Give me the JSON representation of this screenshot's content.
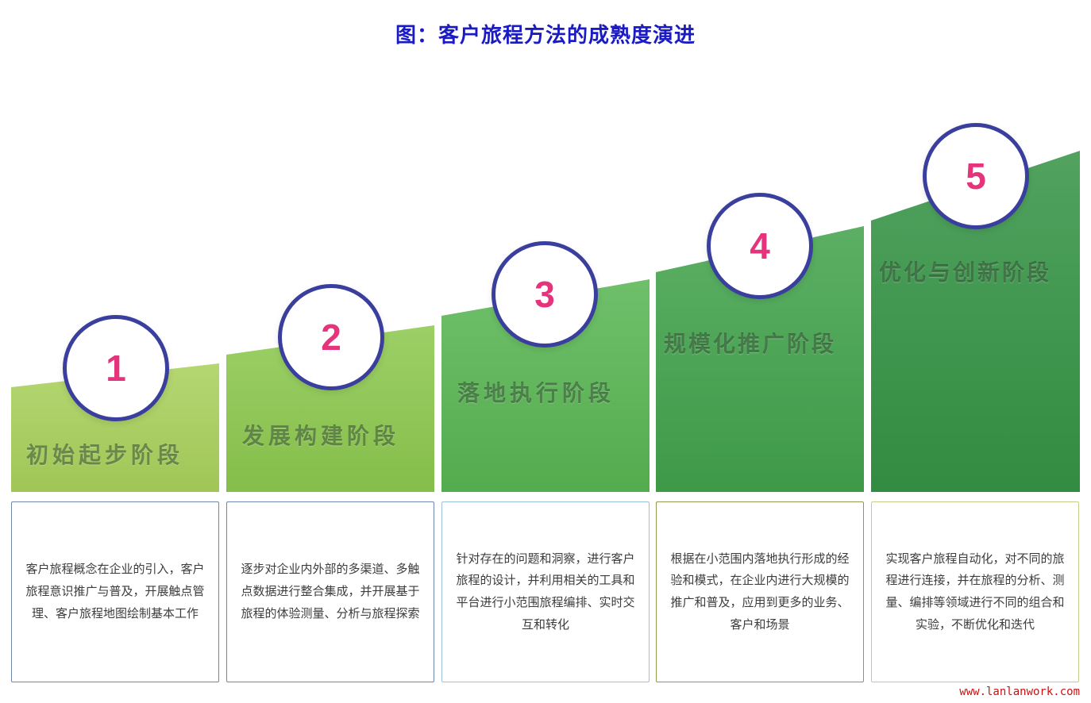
{
  "page": {
    "title": "图：客户旅程方法的成熟度演进",
    "watermark": "www.lanlanwork.com",
    "title_color": "#1b1bc4",
    "circle_border_color": "#3a3f9e",
    "number_color": "#e5337c"
  },
  "stages": [
    {
      "number": "1",
      "title": "初始起步阶段",
      "description": "客户旅程概念在企业的引入，客户旅程意识推广与普及，开展触点管理、客户旅程地图绘制基本工作",
      "block_color": "#a9d05b",
      "box_border_color": "#7286a8"
    },
    {
      "number": "2",
      "title": "发展构建阶段",
      "description": "逐步对企业内外部的多渠道、多触点数据进行整合集成，并开展基于旅程的体验测量、分析与旅程探索",
      "block_color": "#8cc84e",
      "box_border_color": "#6e86b4"
    },
    {
      "number": "3",
      "title": "落地执行阶段",
      "description": "针对存在的问题和洞察，进行客户旅程的设计，并利用相关的工具和平台进行小范围旅程编排、实时交互和转化",
      "block_color": "#58b552",
      "box_border_color": "#9dc3dc"
    },
    {
      "number": "4",
      "title": "规模化推广阶段",
      "description": "根据在小范围内落地执行形成的经验和模式，在企业内进行大规模的推广和普及，应用到更多的业务、客户和场景",
      "block_color": "#41a24b",
      "box_border_color": "#8f9a4a"
    },
    {
      "number": "5",
      "title": "优化与创新阶段",
      "description": "实现客户旅程自动化，对不同的旅程进行连接，并在旅程的分析、测量、编排等领域进行不同的组合和实验，不断优化和迭代",
      "block_color": "#349344",
      "box_border_color": "#c2cf8a"
    }
  ]
}
